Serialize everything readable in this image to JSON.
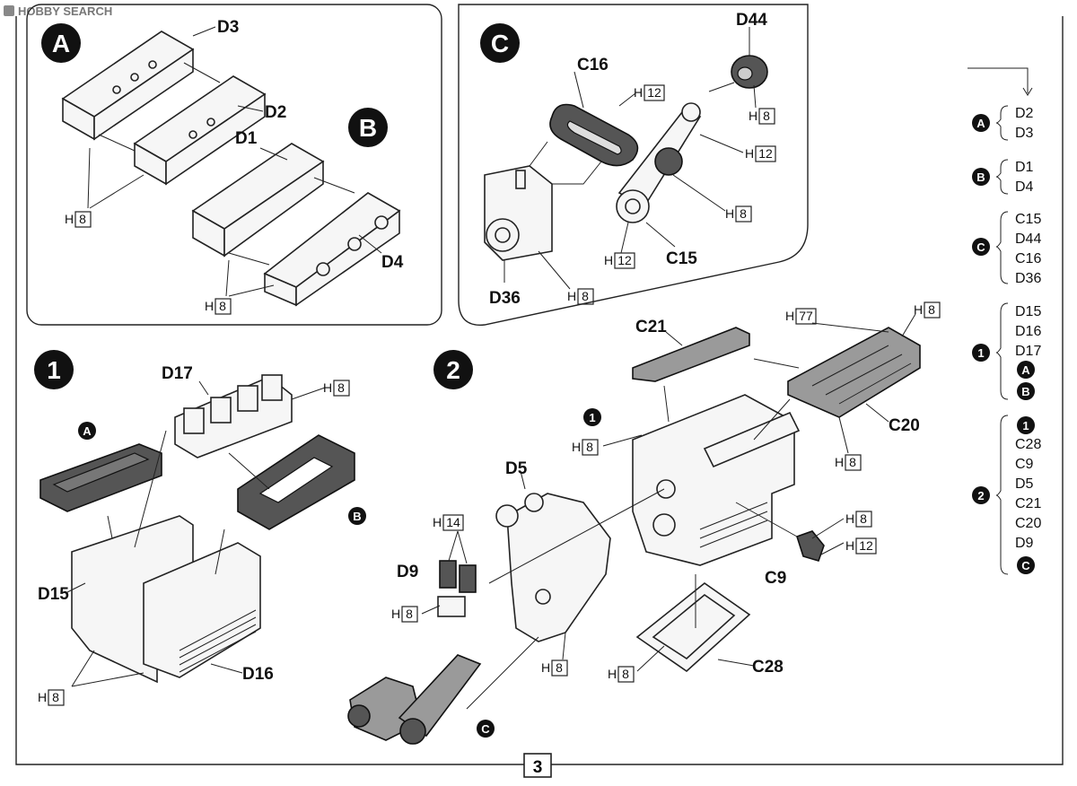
{
  "watermark": "HOBBY SEARCH",
  "page_number": "3",
  "sub_assemblies": {
    "A": {
      "badge": "A",
      "parts": [
        "D3",
        "D2"
      ],
      "hardware": "8"
    },
    "B": {
      "badge": "B",
      "parts": [
        "D1",
        "D4"
      ],
      "hardware": "8"
    },
    "C": {
      "badge": "C",
      "parts": [
        "D44",
        "C16",
        "C15",
        "D36"
      ],
      "hardware": [
        "12",
        "8",
        "12",
        "8",
        "12",
        "8"
      ]
    }
  },
  "steps": {
    "step1": {
      "badge": "1",
      "parts": [
        "D17",
        "D15",
        "D16"
      ],
      "hardware": [
        "8",
        "8"
      ],
      "refs": [
        "A",
        "B"
      ]
    },
    "step2": {
      "badge": "2",
      "parts": [
        "C21",
        "C20",
        "D5",
        "D9",
        "C9",
        "C28"
      ],
      "hardware": [
        "77",
        "8",
        "8",
        "8",
        "14",
        "8",
        "8",
        "12",
        "8",
        "8"
      ],
      "refs": [
        "1",
        "C"
      ]
    }
  },
  "hardware_prefix": "H",
  "sidebar": [
    {
      "badge": "A",
      "parts": [
        "D2",
        "D3"
      ]
    },
    {
      "badge": "B",
      "parts": [
        "D1",
        "D4"
      ]
    },
    {
      "badge": "C",
      "parts": [
        "C15",
        "D44",
        "C16",
        "D36"
      ]
    },
    {
      "badge": "1",
      "parts": [
        "D15",
        "D16",
        "D17"
      ],
      "badges": [
        "A",
        "B"
      ]
    },
    {
      "badge": "2",
      "leading_badge": "1",
      "parts": [
        "C28",
        "C9",
        "D5",
        "C21",
        "C20",
        "D9"
      ],
      "badges": [
        "C"
      ]
    }
  ]
}
